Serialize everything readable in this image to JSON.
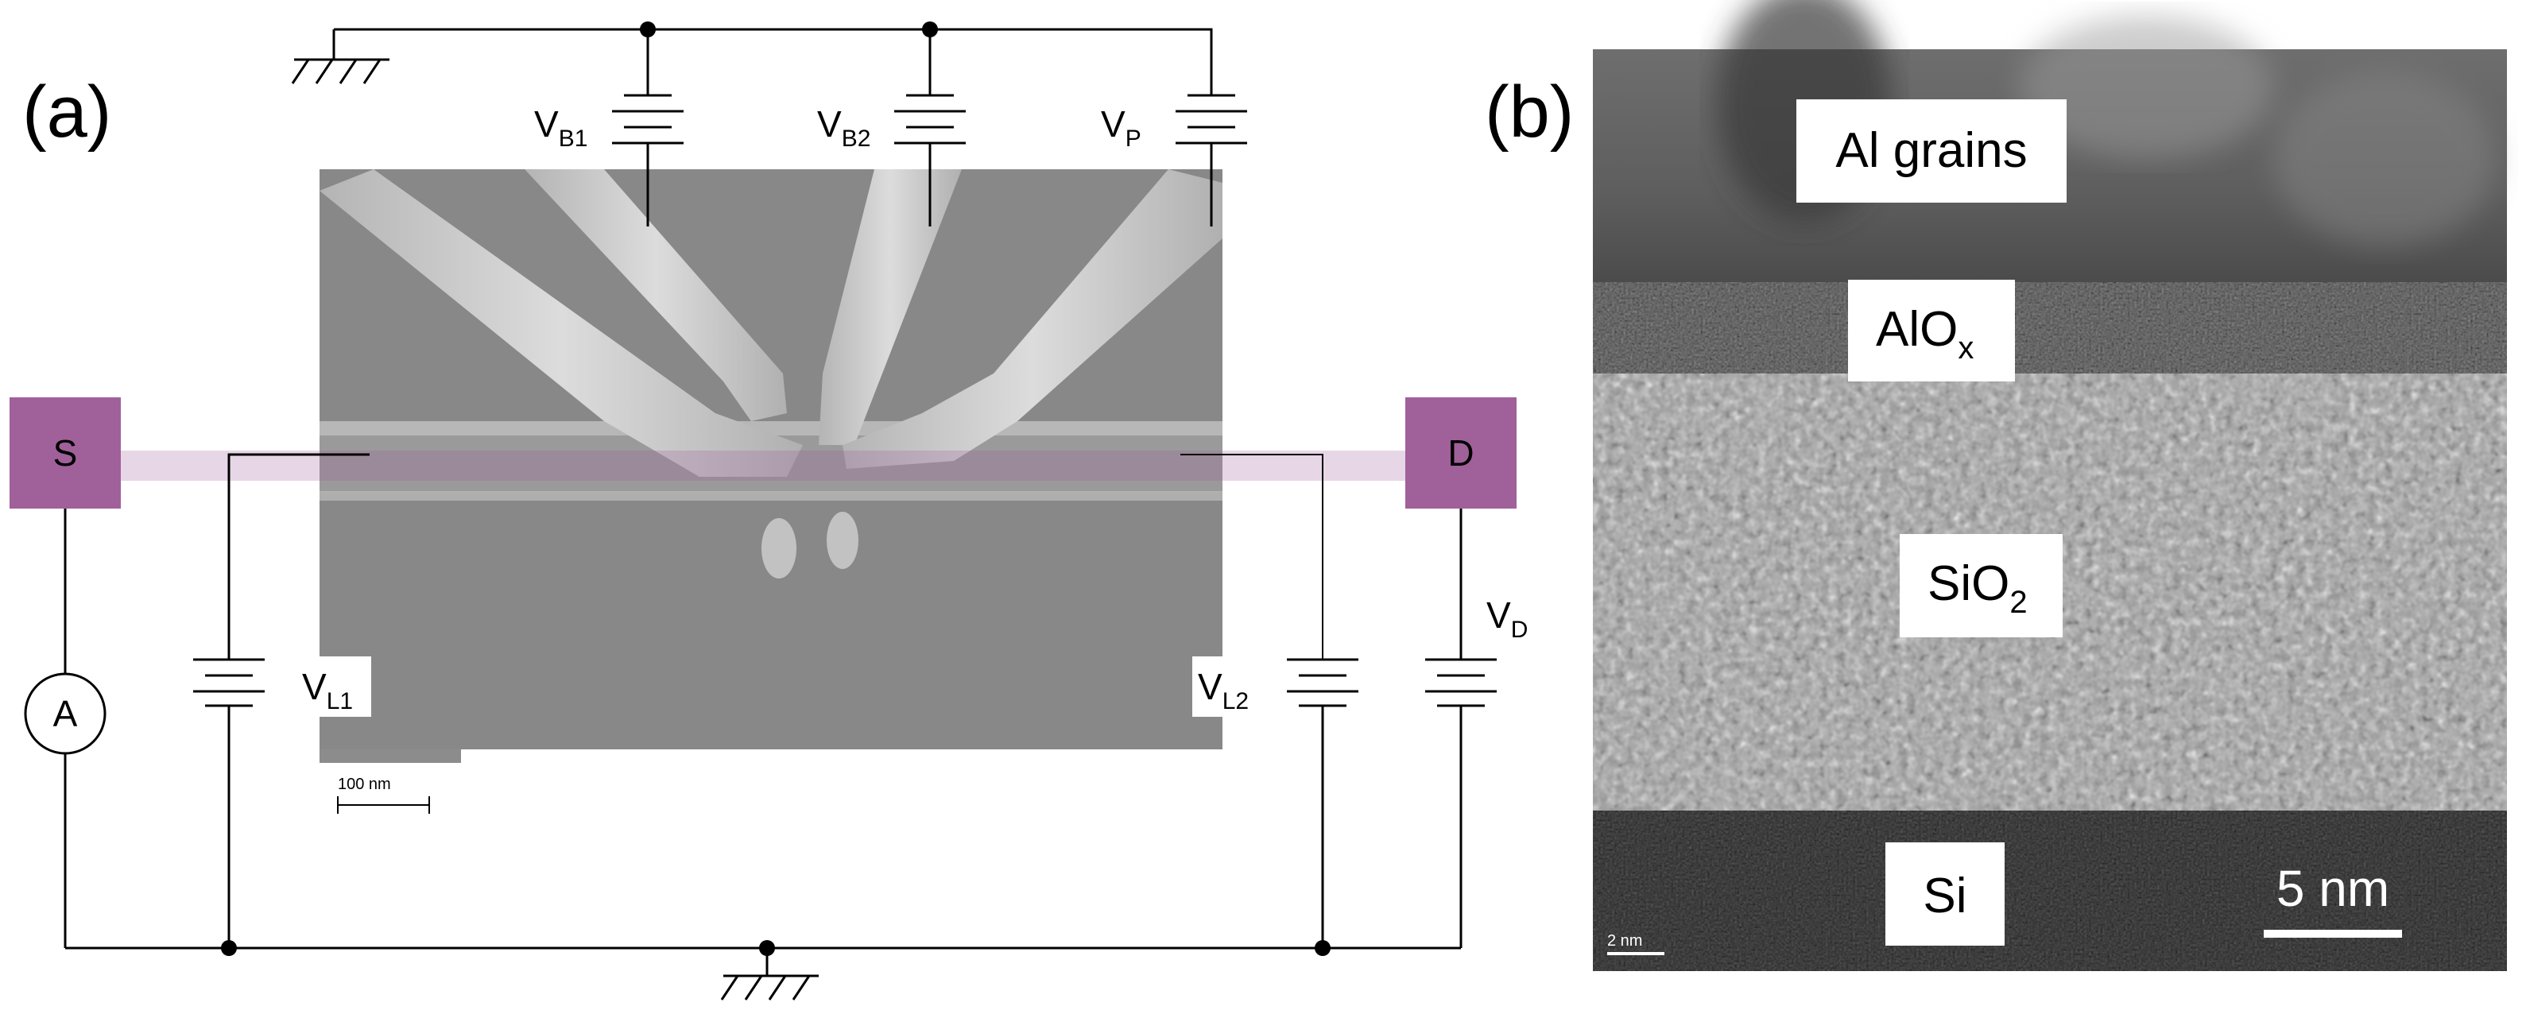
{
  "panel_a": {
    "label": "(a)",
    "terminals": {
      "source": "S",
      "drain": "D"
    },
    "ammeter": "A",
    "sources": [
      {
        "id": "vb1",
        "base": "V",
        "sub": "B1"
      },
      {
        "id": "vb2",
        "base": "V",
        "sub": "B2"
      },
      {
        "id": "vp",
        "base": "V",
        "sub": "P"
      },
      {
        "id": "vl1",
        "base": "V",
        "sub": "L1"
      },
      {
        "id": "vl2",
        "base": "V",
        "sub": "L2"
      },
      {
        "id": "vd",
        "base": "V",
        "sub": "D"
      }
    ],
    "scale_bar": "100 nm",
    "colors": {
      "terminal": "#a0609a",
      "wire": "#000000",
      "sem_background": "#8a8a8a",
      "gate": "#c8c8c8"
    }
  },
  "panel_b": {
    "label": "(b)",
    "layers": [
      {
        "id": "al",
        "base": "Al grains",
        "sub": ""
      },
      {
        "id": "alox",
        "base": "AlO",
        "sub": "x"
      },
      {
        "id": "sio2",
        "base": "SiO",
        "sub": "2"
      },
      {
        "id": "si",
        "base": "Si",
        "sub": ""
      }
    ],
    "scale_bar": "5 nm",
    "small_scale": "2 nm"
  }
}
